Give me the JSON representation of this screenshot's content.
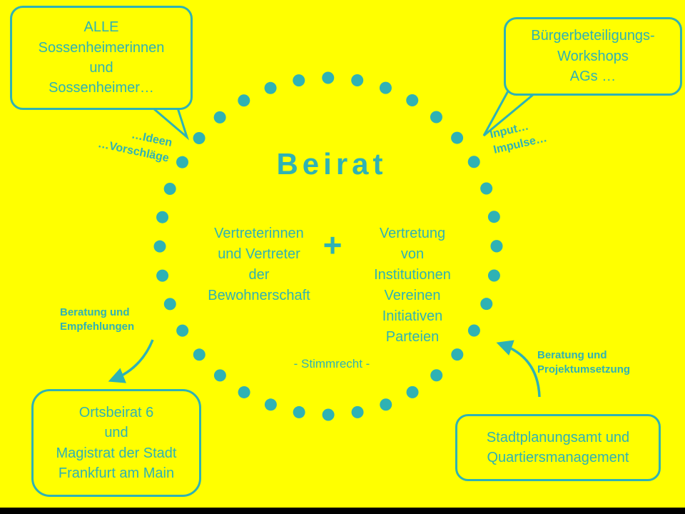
{
  "colors": {
    "background": "#FFFF00",
    "accent": "#2FB2B4",
    "footer_bar": "#000000"
  },
  "center": {
    "title": "Beirat",
    "left_column": "Vertreterinnen\nund Vertreter\nder\nBewohnerschaft",
    "plus_sign": "+",
    "right_column": "Vertretung\nvon\nInstitutionen\nVereinen\nInitiativen\nParteien",
    "voting_note": "- Stimmrecht -"
  },
  "callouts": {
    "top_left": "ALLE\nSossenheimerinnen\nund\nSossenheimer…",
    "top_right": "Bürgerbeteiligungs-\nWorkshops\nAGs …",
    "bottom_left": "Ortsbeirat 6\nund\nMagistrat der Stadt\nFrankfurt am Main",
    "bottom_right": "Stadtplanungsamt und\nQuartiersmanagement"
  },
  "flow_labels": {
    "ideas": "…Ideen\n…Vorschläge",
    "input": "Input…\nImpulse…",
    "advice_recommendations": "Beratung und\nEmpfehlungen",
    "advice_implementation": "Beratung und\nProjektumsetzung"
  }
}
